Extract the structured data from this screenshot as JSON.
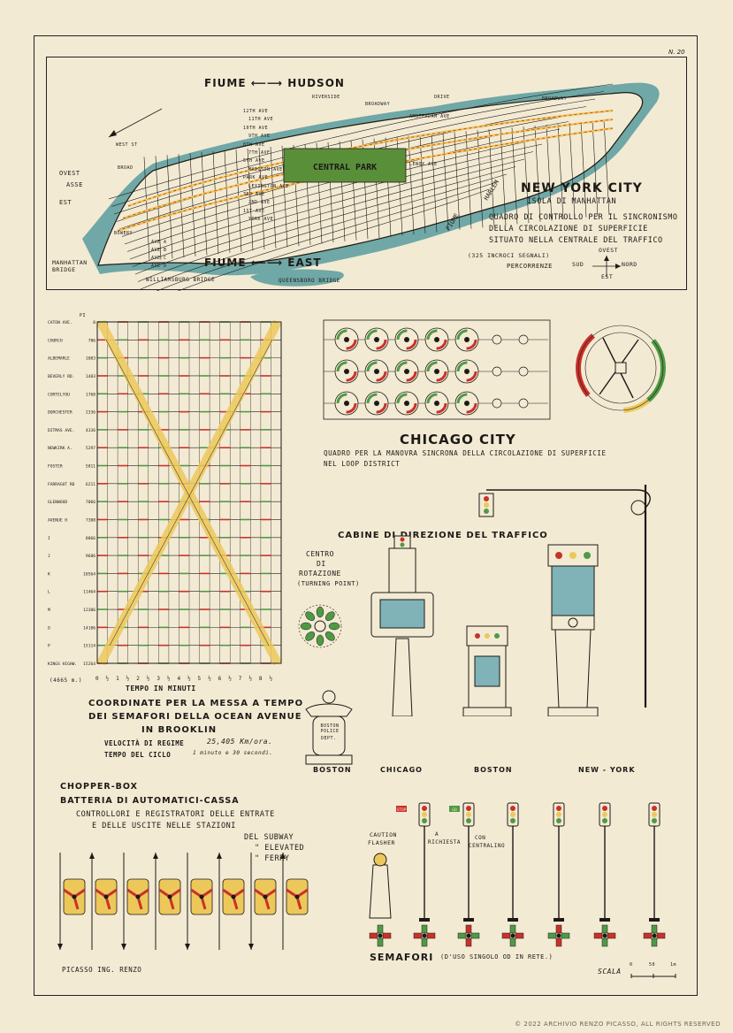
{
  "sheet_number": "N. 20",
  "manhattan": {
    "river_hudson": "FIUME ⟵⟶ HUDSON",
    "river_east": "FIUME ⟵⟶ EAST",
    "central_park": "CENTRAL PARK",
    "harlem": "HARLEM",
    "fiume_label": "FIUME",
    "title": "NEW YORK CITY",
    "subtitle": "ISOLA DI MANHATTAN",
    "desc1": "QUADRO DI CONTROLLO PER IL SINCRONISMO",
    "desc2": "DELLA CIRCOLAZIONE DI SUPERFICIE",
    "desc3": "SITUATO NELLA CENTRALE DEL TRAFFICO",
    "incroci": "(325 INCROCI SEGNALI)",
    "percorrenze": "PERCORRENZE",
    "compass": {
      "n": "OVEST",
      "s": "EST",
      "w": "SUD",
      "e": "NORD"
    },
    "left_compass": {
      "n": "OVEST",
      "mid": "ASSE",
      "s": "EST"
    },
    "manhattan_bridge": "MANHATTAN BRIDGE",
    "williamsburg": "WILLIAMSBURG BRIDGE",
    "queensboro": "QUEENSBORO BRIDGE",
    "avenues": [
      "12TH AVE",
      "11TH AVE",
      "10TH AVE",
      "9TH AVE",
      "8TH AVE",
      "7TH AVE",
      "5TH AVE",
      "MADISON AVE",
      "PARK AVE",
      "LEXINGTON AVE",
      "3RD AVE",
      "2ND AVE",
      "1ST AVE",
      "YORK AVE"
    ],
    "upper": [
      "RIVERSIDE",
      "BROADWAY",
      "AMSTERDAM AVE",
      "LENOX AVE",
      "DRIVE",
      "BROADWAY"
    ],
    "lower_aves": [
      "AVE A",
      "AVE B",
      "AVE C",
      "AVE D"
    ],
    "lower_streets": [
      "WEST ST",
      "BROAD",
      "BOWERY"
    ]
  },
  "timing": {
    "streets": [
      {
        "name": "CATON AVE.",
        "dist": "0"
      },
      {
        "name": "CHURCH",
        "dist": "786"
      },
      {
        "name": "ALBEMARLE",
        "dist": "1083"
      },
      {
        "name": "BEVERLY RD.",
        "dist": "1483"
      },
      {
        "name": "CORTELYOU",
        "dist": "1760"
      },
      {
        "name": "DORCHESTER",
        "dist": "2336"
      },
      {
        "name": "DITMAS AVE.",
        "dist": "4336"
      },
      {
        "name": "NEWKIRK A.",
        "dist": "5297"
      },
      {
        "name": "FOSTER",
        "dist": "5811"
      },
      {
        "name": "FARRAGUT RD",
        "dist": "6211"
      },
      {
        "name": "GLENWOOD",
        "dist": "7066"
      },
      {
        "name": "AVENUE H",
        "dist": "7308"
      },
      {
        "name": "I",
        "dist": "8866"
      },
      {
        "name": "J",
        "dist": "9686"
      },
      {
        "name": "K",
        "dist": "10564"
      },
      {
        "name": "L",
        "dist": "11464"
      },
      {
        "name": "M",
        "dist": "12306"
      },
      {
        "name": "O",
        "dist": "14186"
      },
      {
        "name": "P",
        "dist": "15114"
      },
      {
        "name": "KINGS HIGHW.",
        "dist": "15264"
      }
    ],
    "top_unit": "PI",
    "total": "(4665 m.)",
    "ticks": [
      "0",
      "½",
      "1",
      "½",
      "2",
      "½",
      "3",
      "½",
      "4",
      "½",
      "5",
      "½",
      "6",
      "½",
      "7",
      "½",
      "8",
      "½"
    ],
    "axis_label": "TEMPO IN MINUTI",
    "caption1": "COORDINATE PER LA MESSA A TEMPO",
    "caption2": "DEI SEMAFORI DELLA OCEAN AVENUE",
    "caption3": "IN BROOKLIN",
    "velocity_label": "VELOCITÀ DI REGIME",
    "velocity_value": "25,405 Km/ora.",
    "cycle_label": "TEMPO DEL CICLO",
    "cycle_value": "1 minuto e 30 secondi."
  },
  "chicago": {
    "title": "CHICAGO CITY",
    "desc1": "QUADRO PER LA MANOVRA SINCRONA DELLA CIRCOLAZIONE DI SUPERFICIE",
    "desc2": "NEL LOOP DISTRICT"
  },
  "cabins": {
    "title": "CABINE DI DIREZIONE DEL TRAFFICO",
    "centro1": "CENTRO",
    "centro2": "DI",
    "centro3": "ROTAZIONE",
    "turning": "(TURNING POINT)",
    "police1": "BOSTON POLICE",
    "police2": "DEPT.",
    "labels": [
      "BOSTON",
      "CHICAGO",
      "BOSTON",
      "NEW - YORK"
    ]
  },
  "chopper": {
    "line1": "CHOPPER-BOX",
    "line2": "BATTERIA DI AUTOMATICI-CASSA",
    "line3": "CONTROLLORI E REGISTRATORI DELLE ENTRATE",
    "line4": "E DELLE USCITE NELLE STAZIONI",
    "subway": "DEL SUBWAY",
    "elevated": "\" ELEVATED",
    "ferry": "\" FERRY"
  },
  "semafori": {
    "caution1": "CAUTION",
    "caution2": "FLASHER",
    "richiesta1": "A",
    "richiesta2": "RICHIESTA",
    "centralino1": "CON",
    "centralino2": "CENTRALINO",
    "stop": "STOP",
    "go": "GO",
    "title": "SEMAFORI",
    "subtitle": "(D'USO SINGOLO OD IN RETE.)"
  },
  "footer": {
    "author": "PICASSO ING. RENZO",
    "scala": "SCALA",
    "scale_ticks": [
      "0",
      "50",
      "1m"
    ],
    "copyright": "© 2022 ARCHIVIO RENZO PICASSO, ALL RIGHTS RESERVED"
  },
  "colors": {
    "paper": "#f3ead4",
    "ink": "#1d1a16",
    "river": "#6fa8a6",
    "park": "#5a8f3a",
    "yellow": "#ecc85a",
    "red": "#c8322a",
    "green": "#4f9a45",
    "panel_blue": "#7fb3b8"
  }
}
